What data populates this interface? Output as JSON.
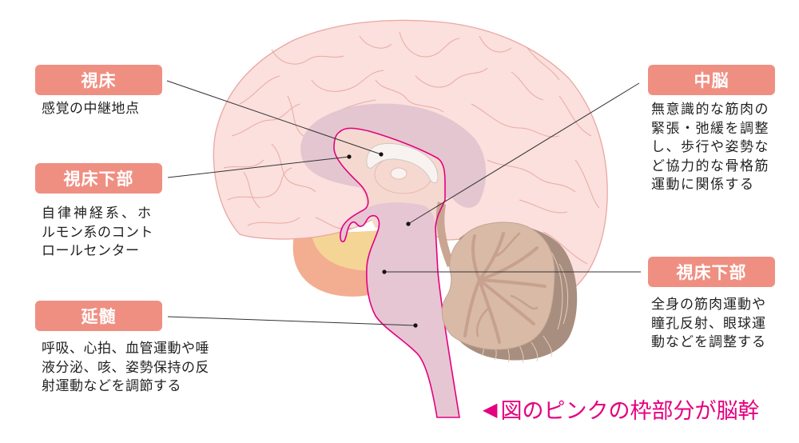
{
  "labels": {
    "thalamus": {
      "title": "視床",
      "desc": [
        "感覚の中継地点"
      ]
    },
    "hypothalamus_left": {
      "title": "視床下部",
      "desc": [
        "自律神経系、ホ",
        "ルモン系のコント",
        "ロールセンター"
      ]
    },
    "medulla": {
      "title": "延髄",
      "desc": [
        "呼吸、心拍、血管運動や唾",
        "液分泌、咳、姿勢保持の反",
        "射運動などを調節する"
      ]
    },
    "midbrain": {
      "title": "中脳",
      "desc": [
        "無意識的な筋肉の",
        "緊張・弛緩を調整",
        "し、歩行や姿勢な",
        "ど協力的な骨格筋",
        "運動に関係する"
      ]
    },
    "hypothalamus_right": {
      "title": "視床下部",
      "desc": [
        "全身の筋肉運動や",
        "瞳孔反射、眼球運",
        "動などを調整する"
      ]
    }
  },
  "caption": {
    "arrow": "◀",
    "text": "図のピンクの枠部分が脳幹"
  },
  "colors": {
    "label_box": "#EF8F82",
    "caption": "#E4007F",
    "brainstem_outline": "#E4007F",
    "cerebrum_fill": "#FBE0DD",
    "cerebrum_outline": "#E9A7A2",
    "limbic_band": "#E3C6D0",
    "brainstem_fill": "#E6C6D3",
    "thalamus_fill": "#F5D9D1",
    "cerebellum_light": "#D8BAA7",
    "cerebellum_dark": "#A88E7E",
    "orange_region": "#F3AE92",
    "yellow_region": "#F5D595"
  }
}
